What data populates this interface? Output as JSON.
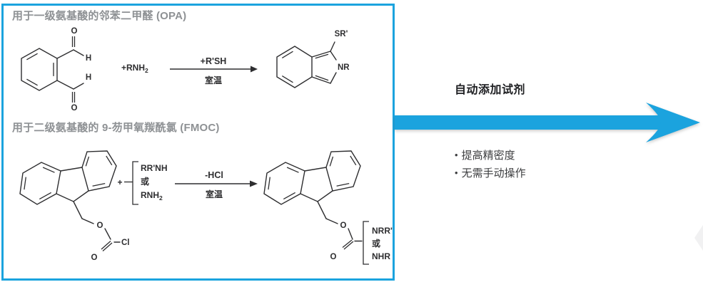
{
  "colors": {
    "accent_blue": "#1ba3de",
    "heading_gray": "#8e9194",
    "ink": "#2e2e30",
    "callout_ink": "#202124",
    "bullet_ink": "#3c3d3f"
  },
  "opa_section": {
    "title": "用于一级氨基酸的邻苯二甲醛 (OPA)",
    "reagent_main": "+RNH",
    "reagent_sub": "2",
    "condition_above": "+R'SH",
    "condition_below": "室温",
    "atom_o_top": "O",
    "atom_h_top": "H",
    "atom_h_bottom": "H",
    "atom_o_bottom": "O",
    "product_s_label": "SR'",
    "product_n_label": "NR"
  },
  "fmoc_section": {
    "title": "用于二级氨基酸的 9-芴甲氧羰酰氯 (FMOC)",
    "plus_sign": "+",
    "amine_option1": "RR'NH",
    "amine_or": "或",
    "amine_option2_main": "RNH",
    "amine_option2_sub": "2",
    "condition_above": "-HCl",
    "condition_below": "室温",
    "atom_o_ester": "O",
    "atom_o_carbonyl": "O",
    "atom_cl": "Cl",
    "product_atom_o_ester": "O",
    "product_atom_o_carbonyl": "O",
    "product_option1": "NRR'",
    "product_or": "或",
    "product_option2": "NHR"
  },
  "callout": {
    "title": "自动添加试剂",
    "bullets": [
      {
        "marker": "•",
        "text": "提高精密度"
      },
      {
        "marker": "•",
        "text": "无需手动操作"
      }
    ]
  }
}
